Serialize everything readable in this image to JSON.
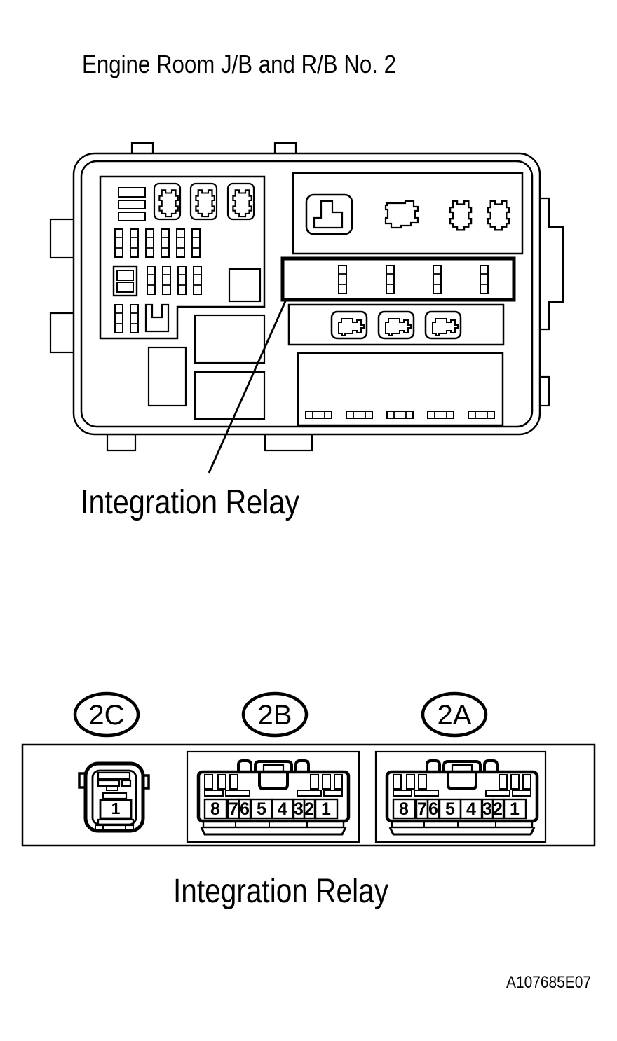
{
  "page": {
    "background_color": "#ffffff",
    "line_color": "#000000"
  },
  "header": {
    "title": "Engine Room J/B and R/B No. 2"
  },
  "junction_box": {
    "callout_label": "Integration Relay"
  },
  "connector_section": {
    "connector_2c": {
      "label": "2C",
      "terminals": [
        "1"
      ]
    },
    "connector_2b": {
      "label": "2B",
      "terminals": [
        "8",
        "7",
        "6",
        "5",
        "4",
        "3",
        "2",
        "1"
      ]
    },
    "connector_2a": {
      "label": "2A",
      "terminals": [
        "8",
        "7",
        "6",
        "5",
        "4",
        "3",
        "2",
        "1"
      ]
    },
    "caption": "Integration Relay"
  },
  "figure_code": "A107685E07"
}
